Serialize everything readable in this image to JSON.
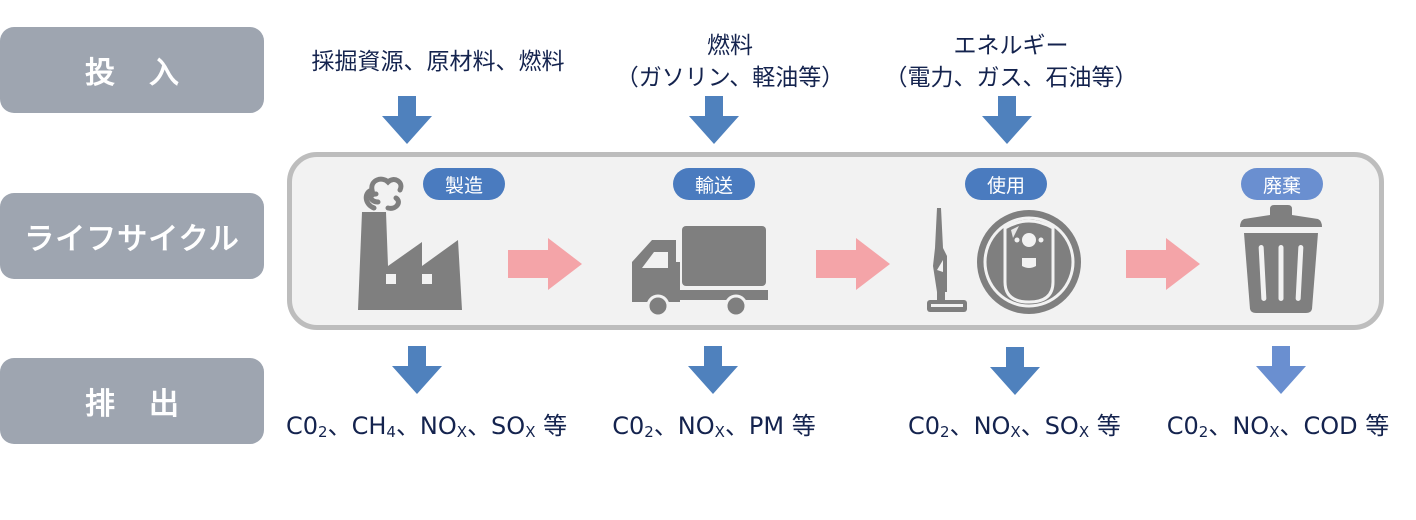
{
  "row_labels": {
    "input": "投入",
    "lifecycle": "ライフサイクル",
    "output": "排出"
  },
  "inputs": [
    {
      "line1": "採掘資源、原材料、燃料",
      "line2": ""
    },
    {
      "line1": "燃料",
      "line2": "（ガソリン、軽油等）"
    },
    {
      "line1": "エネルギー",
      "line2": "（電力、ガス、石油等）"
    }
  ],
  "stages": [
    {
      "label": "製造",
      "icon": "factory-icon",
      "badge_color": "#4a7bbf"
    },
    {
      "label": "輸送",
      "icon": "truck-icon",
      "badge_color": "#4a7bbf"
    },
    {
      "label": "使用",
      "icon": "vacuum-cleaner-icon",
      "badge_color": "#4a7bbf"
    },
    {
      "label": "廃棄",
      "icon": "trash-can-icon",
      "badge_color": "#6a8fd0"
    }
  ],
  "outputs": [
    {
      "parts": [
        [
          "C0",
          "2"
        ],
        [
          "、CH",
          "4"
        ],
        [
          "、NO",
          "X"
        ],
        [
          "、SO",
          "X"
        ],
        [
          " 等",
          ""
        ]
      ]
    },
    {
      "parts": [
        [
          "C0",
          "2"
        ],
        [
          "、NO",
          "X"
        ],
        [
          "、PM 等",
          ""
        ]
      ]
    },
    {
      "parts": [
        [
          "C0",
          "2"
        ],
        [
          "、NO",
          "X"
        ],
        [
          "、SO",
          "X"
        ],
        [
          " 等",
          ""
        ]
      ]
    },
    {
      "parts": [
        [
          "C0",
          "2"
        ],
        [
          "、NO",
          "X"
        ],
        [
          "、COD 等",
          ""
        ]
      ]
    }
  ],
  "colors": {
    "label_bg": "#9ea5b0",
    "text_navy": "#14234e",
    "blue_arrow": "#4f81bd",
    "pink_arrow": "#f4a4a8",
    "icon_gray": "#7f7f7f",
    "box_border": "#bdbdbd",
    "box_bg": "#f2f2f2"
  }
}
